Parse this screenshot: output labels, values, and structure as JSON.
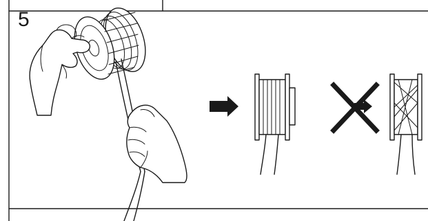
{
  "step": {
    "number": "5"
  },
  "colors": {
    "ink": "#1a1a1a",
    "background": "#ffffff"
  },
  "icons": {
    "arrow": "right-arrow-icon",
    "cross": "cross-icon"
  },
  "panels": [
    {
      "id": "hands-winding",
      "meaning": "hands-holding-spool"
    },
    {
      "id": "correct",
      "meaning": "neat-winding"
    },
    {
      "id": "incorrect",
      "meaning": "crossed-winding"
    }
  ]
}
